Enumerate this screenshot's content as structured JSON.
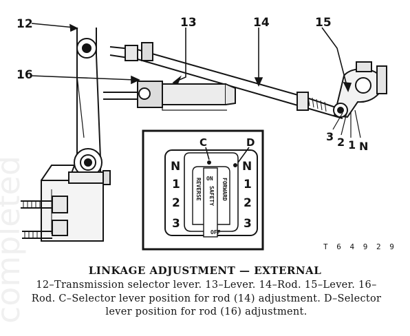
{
  "callouts": {
    "c12": "12",
    "c13": "13",
    "c14": "14",
    "c15": "15",
    "c16": "16"
  },
  "lever_positions": [
    "3",
    "2",
    "1",
    "N"
  ],
  "gate": {
    "c_label": "C",
    "d_label": "D",
    "left_column": [
      "N",
      "1",
      "2",
      "3"
    ],
    "right_column": [
      "N",
      "1",
      "2",
      "3"
    ],
    "reverse": "REVERSE",
    "forward": "FORWARD",
    "on": "ON",
    "safety": "SAFETY",
    "off": "OFF"
  },
  "figure_number": "T 6 4 9 2 9",
  "caption": {
    "title": "LINKAGE ADJUSTMENT — EXTERNAL",
    "body": "12–Transmission selector lever. 13–Lever. 14–Rod. 15–Lever. 16–Rod. C–Selector lever position for rod (14) adjustment. D–Selector lever position for rod (16) adjustment."
  },
  "watermark": "completed"
}
